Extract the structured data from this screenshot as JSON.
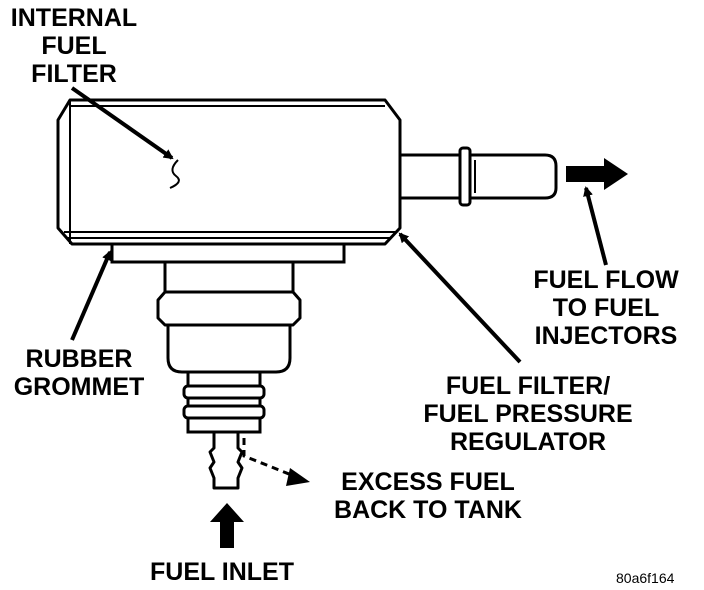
{
  "labels": {
    "internal_filter": [
      "INTERNAL",
      "FUEL",
      "FILTER"
    ],
    "fuel_flow": [
      "FUEL FLOW",
      "TO FUEL",
      "INJECTORS"
    ],
    "rubber_grommet": [
      "RUBBER",
      "GROMMET"
    ],
    "regulator": [
      "FUEL FILTER/",
      "FUEL PRESSURE",
      "REGULATOR"
    ],
    "excess_fuel": [
      "EXCESS FUEL",
      "BACK TO TANK"
    ],
    "fuel_inlet": "FUEL INLET"
  },
  "figure_code": "80a6f164",
  "colors": {
    "ink": "#000000",
    "paper": "#ffffff"
  }
}
